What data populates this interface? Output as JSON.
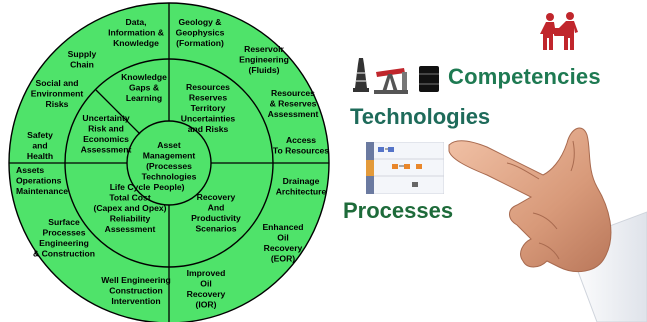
{
  "colors": {
    "wheel_fill": "#4fe36a",
    "wheel_stroke": "#000000",
    "label_competencies": "#1e7a52",
    "label_technologies": "#1e6b5a",
    "label_processes": "#1e6b3a",
    "hand_skin": "#d99a7a"
  },
  "diagram": {
    "center": {
      "lines": [
        "Asset",
        "Management",
        "(Processes",
        "Technologies",
        "People)"
      ]
    },
    "middle": [
      {
        "id": "knowledge",
        "lines": [
          "Knowledge",
          "Gaps &",
          "Learning"
        ]
      },
      {
        "id": "uncertainty",
        "lines": [
          "Uncertainty",
          "Risk and",
          "Economics",
          "Assessment"
        ]
      },
      {
        "id": "resources",
        "lines": [
          "Resources",
          "Reserves",
          "Territory",
          "Uncertainties",
          "and Risks"
        ]
      },
      {
        "id": "lifecycle",
        "lines": [
          "Life Cycle",
          "Total Cost",
          "(Capex and Opex)",
          "Reliability",
          "Assessment"
        ]
      },
      {
        "id": "recovery",
        "lines": [
          "Recovery",
          "And",
          "Productivity",
          "Scenarios"
        ]
      }
    ],
    "outer": [
      {
        "id": "data",
        "lines": [
          "Data,",
          "Information &",
          "Knowledge"
        ]
      },
      {
        "id": "geology",
        "lines": [
          "Geology &",
          "Geophysics",
          "(Formation)"
        ]
      },
      {
        "id": "reservoir",
        "lines": [
          "Reservoir",
          "Engineering",
          "(Fluids)"
        ]
      },
      {
        "id": "supply",
        "lines": [
          "Supply",
          "Chain"
        ]
      },
      {
        "id": "social",
        "lines": [
          "Social and",
          "Environment",
          "Risks"
        ]
      },
      {
        "id": "resassess",
        "lines": [
          "Resources",
          "& Reserves",
          "Assessment"
        ]
      },
      {
        "id": "safety",
        "lines": [
          "Safety",
          "and",
          "Health"
        ]
      },
      {
        "id": "access",
        "lines": [
          "Access",
          "To Resources"
        ]
      },
      {
        "id": "assets",
        "lines": [
          "Assets",
          "Operations",
          "Maintenance"
        ]
      },
      {
        "id": "drainage",
        "lines": [
          "Drainage",
          "Architecture"
        ]
      },
      {
        "id": "surface",
        "lines": [
          "Surface",
          "Processes",
          "Engineering",
          "& Construction"
        ]
      },
      {
        "id": "eor",
        "lines": [
          "Enhanced",
          "Oil",
          "Recovery",
          "(EOR)"
        ]
      },
      {
        "id": "well",
        "lines": [
          "Well Engineering",
          "Construction",
          "Intervention"
        ]
      },
      {
        "id": "ior",
        "lines": [
          "Improved",
          "Oil",
          "Recovery",
          "(IOR)"
        ]
      }
    ]
  },
  "labels": {
    "competencies": "Competencies",
    "technologies": "Technologies",
    "processes": "Processes"
  },
  "icons": [
    "people-icon",
    "drill-tower-icon",
    "pumpjack-icon",
    "oil-barrel-icon",
    "process-chart-icon",
    "pointing-hand-icon"
  ]
}
